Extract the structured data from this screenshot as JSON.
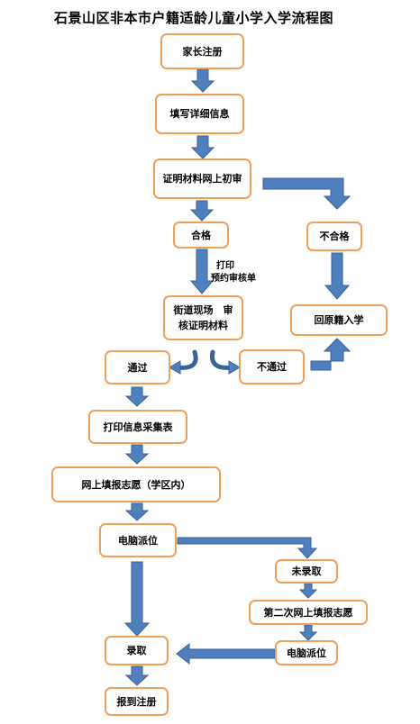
{
  "title": "石景山区非本市户籍适龄儿童小学入学流程图",
  "nodes": {
    "register": "家长注册",
    "fill_info": "填写详细信息",
    "online_review": "证明材料网上初审",
    "pass": "合格",
    "fail": "不合格",
    "street_review_line1": "街道现场　审",
    "street_review_line2": "核证明材料",
    "return_enroll": "回原籍入学",
    "approved": "通过",
    "not_approved": "不通过",
    "print_form": "打印信息采集表",
    "online_wish": "网上填报志愿（学区内）",
    "computer_assign": "电脑派位",
    "not_admitted": "未录取",
    "second_wish": "第二次网上填报志愿",
    "computer_assign_2": "电脑派位",
    "admitted": "录取",
    "report_register": "报到注册"
  },
  "notes": {
    "print_line1": "打印",
    "print_line2": "预约审核单"
  },
  "colors": {
    "node_border": "#f0a05a",
    "arrow_fill": "#4f7fbd",
    "arrow_stroke": "#3a6296"
  }
}
